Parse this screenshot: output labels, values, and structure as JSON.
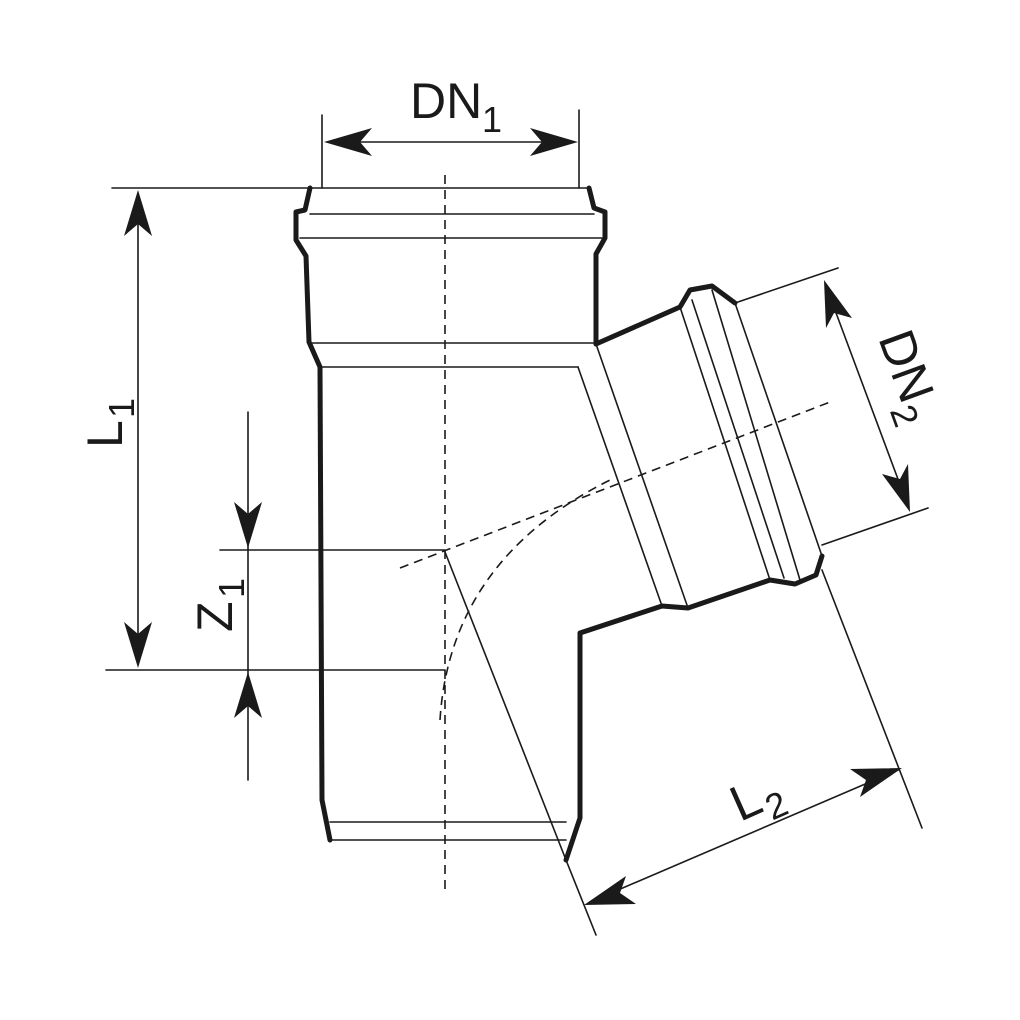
{
  "labels": {
    "dn1": {
      "main": "DN",
      "sub": "1"
    },
    "dn2": {
      "main": "DN",
      "sub": "2"
    },
    "l1": {
      "main": "L",
      "sub": "1"
    },
    "l2": {
      "main": "L",
      "sub": "2"
    },
    "z1": {
      "main": "Z",
      "sub": "1"
    }
  },
  "colors": {
    "line": "#1a1a1a",
    "background": "#ffffff"
  }
}
